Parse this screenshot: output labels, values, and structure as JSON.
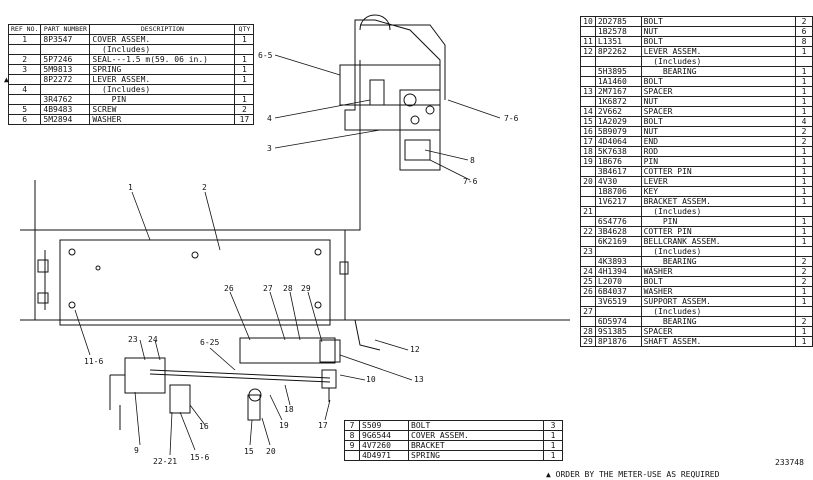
{
  "left_table": {
    "headers": {
      "ref": "REF NO.",
      "part": "PART NUMBER",
      "desc": "DESCRIPTION",
      "qty": "QTY"
    },
    "rows": [
      {
        "ref": "1",
        "part": "8P3547",
        "desc": "COVER ASSEM.",
        "qty": "1"
      },
      {
        "ref": "",
        "part": "",
        "desc": "  (Includes)",
        "qty": ""
      },
      {
        "ref": "2",
        "part": "5P7246",
        "desc": "SEAL---1.5 m(59. 06 in.)",
        "qty": "1"
      },
      {
        "ref": "3",
        "part": "5M9813",
        "desc": "SPRING",
        "qty": "1"
      },
      {
        "ref": "",
        "part": "8P2272",
        "desc": "LEVER ASSEM.",
        "qty": "1"
      },
      {
        "ref": "4",
        "part": "",
        "desc": "  (Includes)",
        "qty": ""
      },
      {
        "ref": "",
        "part": "3R4762",
        "desc": "    PIN",
        "qty": "1"
      },
      {
        "ref": "5",
        "part": "4B9483",
        "desc": "SCREW",
        "qty": "2"
      },
      {
        "ref": "6",
        "part": "5M2894",
        "desc": "WASHER",
        "qty": "17"
      }
    ],
    "marker": "▲"
  },
  "right_table": {
    "rows": [
      {
        "ref": "10",
        "part": "2D2785",
        "desc": "BOLT",
        "qty": "2"
      },
      {
        "ref": "",
        "part": "1B2578",
        "desc": "NUT",
        "qty": "6"
      },
      {
        "ref": "11",
        "part": "L1351",
        "desc": "BOLT",
        "qty": "8"
      },
      {
        "ref": "12",
        "part": "8P2262",
        "desc": "LEVER ASSEM.",
        "qty": "1"
      },
      {
        "ref": "",
        "part": "",
        "desc": "  (Includes)",
        "qty": ""
      },
      {
        "ref": "",
        "part": "5H3895",
        "desc": "    BEARING",
        "qty": "1"
      },
      {
        "ref": "",
        "part": "1A1460",
        "desc": "BOLT",
        "qty": "1"
      },
      {
        "ref": "13",
        "part": "2M7167",
        "desc": "SPACER",
        "qty": "1"
      },
      {
        "ref": "",
        "part": "1K6872",
        "desc": "NUT",
        "qty": "1"
      },
      {
        "ref": "14",
        "part": "2V662",
        "desc": "SPACER",
        "qty": "1"
      },
      {
        "ref": "15",
        "part": "1A2029",
        "desc": "BOLT",
        "qty": "4"
      },
      {
        "ref": "16",
        "part": "5B9079",
        "desc": "NUT",
        "qty": "2"
      },
      {
        "ref": "17",
        "part": "4D4064",
        "desc": "END",
        "qty": "2"
      },
      {
        "ref": "18",
        "part": "5K7638",
        "desc": "ROD",
        "qty": "1"
      },
      {
        "ref": "19",
        "part": "1B676",
        "desc": "PIN",
        "qty": "1"
      },
      {
        "ref": "",
        "part": "3B4617",
        "desc": "COTTER PIN",
        "qty": "1"
      },
      {
        "ref": "20",
        "part": "4V30",
        "desc": "LEVER",
        "qty": "1"
      },
      {
        "ref": "",
        "part": "1B8706",
        "desc": "KEY",
        "qty": "1"
      },
      {
        "ref": "",
        "part": "1V6217",
        "desc": "BRACKET ASSEM.",
        "qty": "1"
      },
      {
        "ref": "21",
        "part": "",
        "desc": "  (Includes)",
        "qty": ""
      },
      {
        "ref": "",
        "part": "6S4776",
        "desc": "    PIN",
        "qty": "1"
      },
      {
        "ref": "22",
        "part": "3B4628",
        "desc": "COTTER PIN",
        "qty": "1"
      },
      {
        "ref": "",
        "part": "6K2169",
        "desc": "BELLCRANK ASSEM.",
        "qty": "1"
      },
      {
        "ref": "23",
        "part": "",
        "desc": "  (Includes)",
        "qty": ""
      },
      {
        "ref": "",
        "part": "4K3893",
        "desc": "    BEARING",
        "qty": "2"
      },
      {
        "ref": "24",
        "part": "4H1394",
        "desc": "WASHER",
        "qty": "2"
      },
      {
        "ref": "25",
        "part": "L2070",
        "desc": "BOLT",
        "qty": "2"
      },
      {
        "ref": "26",
        "part": "6B4037",
        "desc": "WASHER",
        "qty": "1"
      },
      {
        "ref": "",
        "part": "3V6519",
        "desc": "SUPPORT ASSEM.",
        "qty": "1"
      },
      {
        "ref": "27",
        "part": "",
        "desc": "  (Includes)",
        "qty": ""
      },
      {
        "ref": "",
        "part": "6D5974",
        "desc": "    BEARING",
        "qty": "2"
      },
      {
        "ref": "28",
        "part": "9S1385",
        "desc": "SPACER",
        "qty": "1"
      },
      {
        "ref": "29",
        "part": "8P1876",
        "desc": "SHAFT ASSEM.",
        "qty": "1"
      }
    ]
  },
  "bottom_table": {
    "rows": [
      {
        "ref": "7",
        "part": "S509",
        "desc": "BOLT",
        "qty": "3"
      },
      {
        "ref": "8",
        "part": "9G6544",
        "desc": "COVER ASSEM.",
        "qty": "1"
      },
      {
        "ref": "9",
        "part": "4V7260",
        "desc": "BRACKET",
        "qty": "1"
      },
      {
        "ref": "",
        "part": "4D4971",
        "desc": "SPRING",
        "qty": "1"
      }
    ]
  },
  "footer": {
    "note": "▲ ORDER BY THE METER-USE AS REQUIRED",
    "figure_number": "233748"
  },
  "callouts": [
    "6-5",
    "4",
    "3",
    "7-6",
    "8",
    "7-6",
    "1",
    "2",
    "11-6",
    "26",
    "27",
    "28",
    "29",
    "6-25",
    "23",
    "24",
    "12",
    "10",
    "13",
    "9",
    "15-6",
    "16",
    "22-21",
    "15",
    "20",
    "19",
    "18",
    "17"
  ]
}
